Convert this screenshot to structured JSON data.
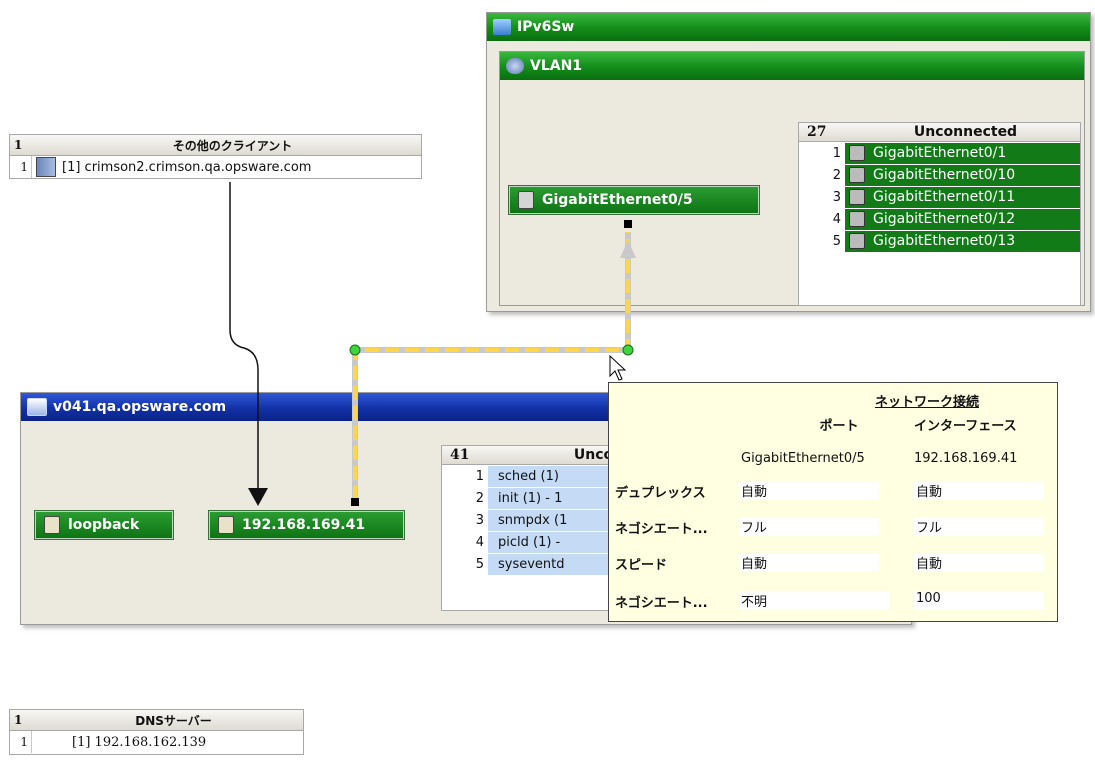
{
  "other_clients": {
    "count": "1",
    "title": "その他のクライアント",
    "rows": [
      {
        "index": "1",
        "label": "[1] crimson2.crimson.qa.opsware.com"
      }
    ]
  },
  "dns_servers": {
    "count": "1",
    "title": "DNSサーバー",
    "rows": [
      {
        "index": "1",
        "label": "[1] 192.168.162.139"
      }
    ]
  },
  "switch": {
    "title": "IPv6Sw",
    "vlan": {
      "title": "VLAN1",
      "port": "GigabitEthernet0/5",
      "unconnected": {
        "count": "27",
        "title": "Unconnected",
        "items": [
          {
            "index": "1",
            "label": "GigabitEthernet0/1"
          },
          {
            "index": "2",
            "label": "GigabitEthernet0/10"
          },
          {
            "index": "3",
            "label": "GigabitEthernet0/11"
          },
          {
            "index": "4",
            "label": "GigabitEthernet0/12"
          },
          {
            "index": "5",
            "label": "GigabitEthernet0/13"
          }
        ]
      }
    }
  },
  "server": {
    "title": "v041.qa.opsware.com",
    "interfaces": [
      "loopback",
      "192.168.169.41"
    ],
    "unconnected": {
      "count": "41",
      "title": "Uncor",
      "items": [
        {
          "index": "1",
          "label": "sched (1)"
        },
        {
          "index": "2",
          "label": "init (1) - 1"
        },
        {
          "index": "3",
          "label": "snmpdx (1"
        },
        {
          "index": "4",
          "label": "picld (1) -"
        },
        {
          "index": "5",
          "label": "syseventd"
        }
      ]
    }
  },
  "tooltip": {
    "title": "ネットワーク接続",
    "col_port": "ポート",
    "col_iface": "インターフェース",
    "port_name": "GigabitEthernet0/5",
    "iface_name": "192.168.169.41",
    "rows": [
      {
        "label": "デュプレックス",
        "port": "自動",
        "iface": "自動"
      },
      {
        "label": "ネゴシエート...",
        "port": "フル",
        "iface": "フル"
      },
      {
        "label": "スピード",
        "port": "自動",
        "iface": "自動"
      },
      {
        "label": "ネゴシエート...",
        "port": "不明",
        "iface": "100"
      }
    ]
  },
  "colors": {
    "title_green": "#138c1a",
    "title_blue": "#1231a7",
    "link_yellow": "#ffd54a",
    "tooltip_bg": "#ffffe1"
  }
}
